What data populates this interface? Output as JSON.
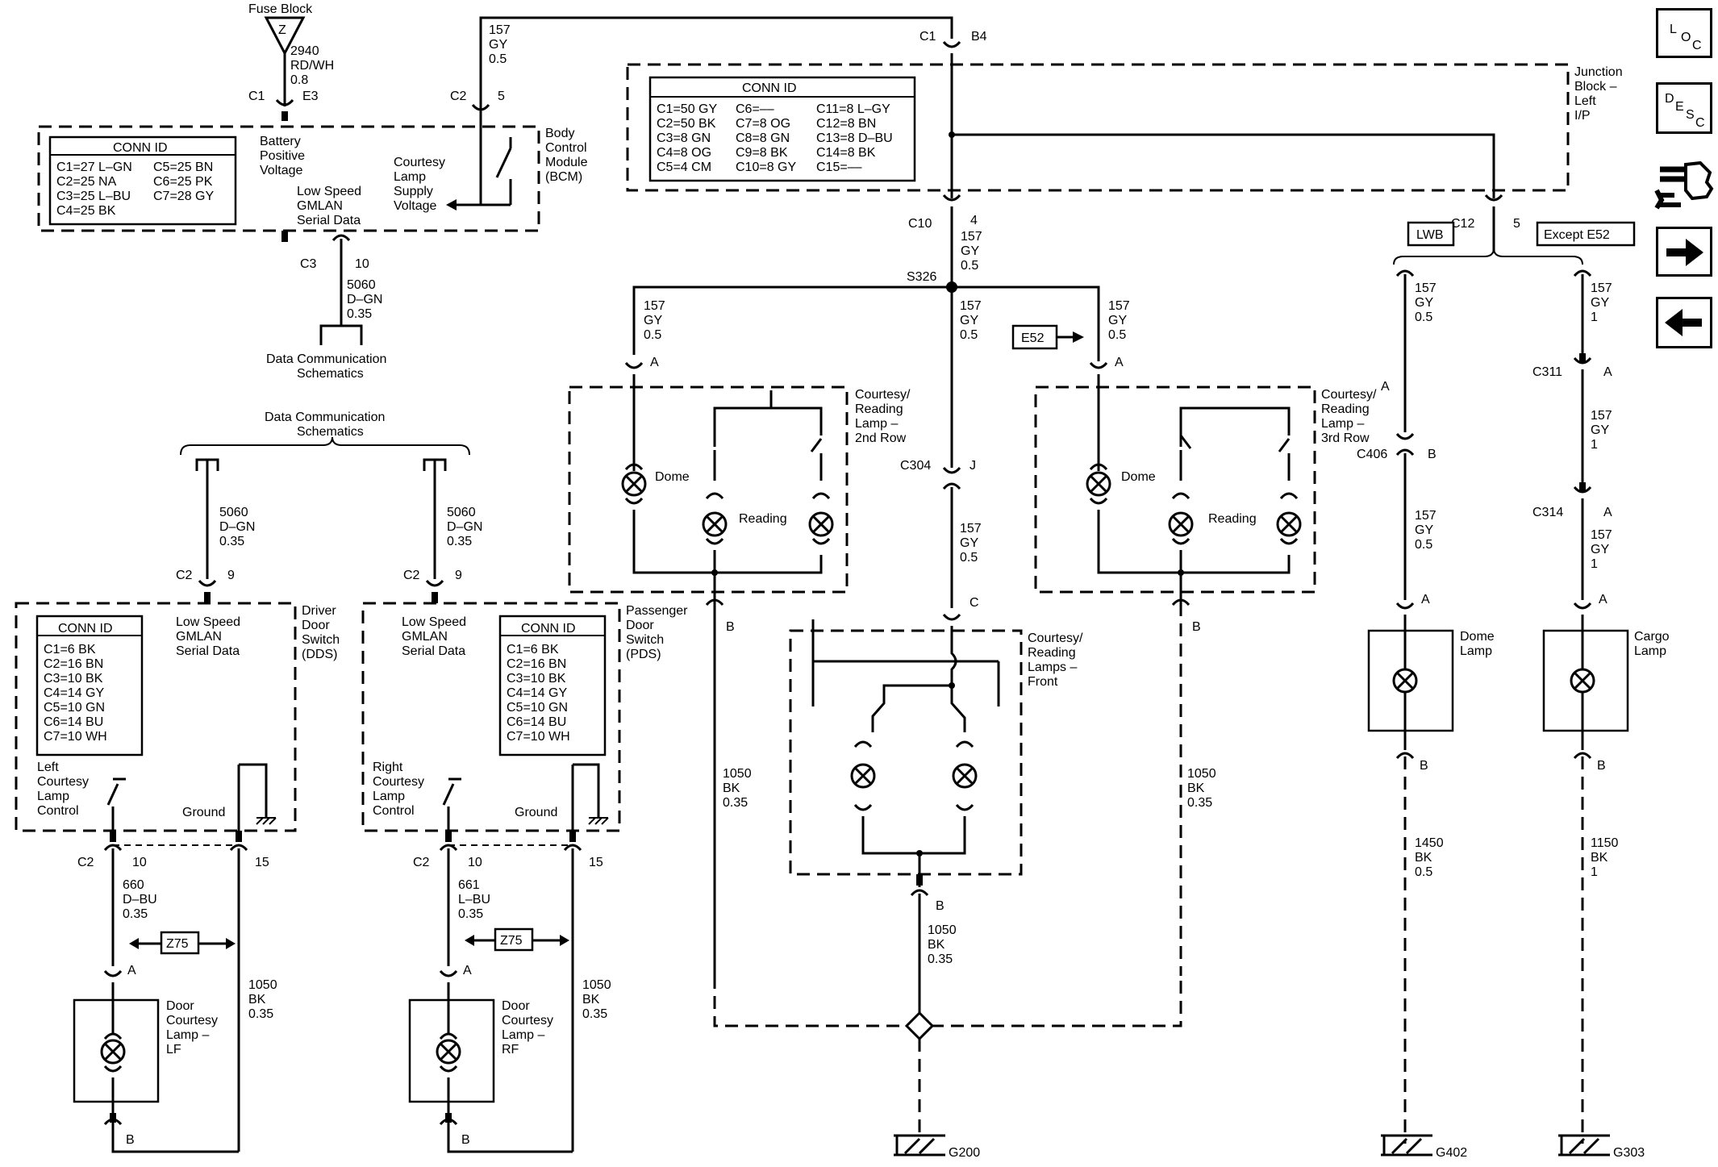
{
  "nav": {
    "loc": [
      "L",
      "O",
      "C"
    ],
    "desc": [
      "D",
      "E",
      "S",
      "C"
    ]
  },
  "labels": {
    "fuse_block": "Fuse Block",
    "fuse_letter": "Z",
    "fuse_circuit": [
      "2940",
      "RD/WH",
      "0.8"
    ],
    "bcm_c1": "C1",
    "bcm_e3": "E3",
    "bcm_c2": "C2",
    "bcm_5": "5",
    "bcm_batt": [
      "Battery",
      "Positive",
      "Voltage"
    ],
    "bcm_court": [
      "Courtesy",
      "Lamp",
      "Supply",
      "Voltage"
    ],
    "bcm_gmlan": [
      "Low Speed",
      "GMLAN",
      "Serial Data"
    ],
    "bcm_name": [
      "Body",
      "Control",
      "Module",
      "(BCM)"
    ],
    "bcm_c3": "C3",
    "bcm_10": "10",
    "bcm_out": [
      "5060",
      "D–GN",
      "0.35"
    ],
    "data_comm_1": [
      "Data Communication",
      "Schematics"
    ],
    "data_comm_2": [
      "Data Communication",
      "Schematics"
    ],
    "top_wire": [
      "157",
      "GY",
      "0.5"
    ],
    "jb_c1": "C1",
    "jb_b4": "B4",
    "jb_name": [
      "Junction",
      "Block –",
      "Left",
      "I/P"
    ],
    "jb_c10": "C10",
    "jb_c10_wire": [
      "4",
      "157",
      "GY",
      "0.5"
    ],
    "jb_c12": "C12",
    "jb_c12_pin": "5",
    "splice": "S326",
    "w2nd": [
      "157",
      "GY",
      "0.5"
    ],
    "wfront": [
      "157",
      "GY",
      "0.5"
    ],
    "w3rd": [
      "157",
      "GY",
      "0.5"
    ],
    "e52_tag": "E52",
    "pin_a_2nd": "A",
    "pin_a_3rd": "A",
    "lamp2": [
      "Courtesy/",
      "Reading",
      "Lamp –",
      "2nd Row"
    ],
    "lamp3": [
      "Courtesy/",
      "Reading",
      "Lamp –",
      "3rd Row"
    ],
    "dome2": "Dome",
    "reading2": "Reading",
    "dome3": "Dome",
    "reading3": "Reading",
    "c304": "C304",
    "c304_j": "J",
    "c304_wire": [
      "157",
      "GY",
      "0.5"
    ],
    "front_c": "C",
    "front_name": [
      "Courtesy/",
      "Reading",
      "Lamps –",
      "Front"
    ],
    "front_b": "B",
    "front_gnd": [
      "1050",
      "BK",
      "0.35"
    ],
    "b2nd": "B",
    "b3rd": "B",
    "gnd2nd": [
      "1050",
      "BK",
      "0.35"
    ],
    "gnd3rd": [
      "1050",
      "BK",
      "0.35"
    ],
    "g200": "G200",
    "lwb": "LWB",
    "except": "Except E52",
    "lwb_wire": [
      "157",
      "GY",
      "0.5"
    ],
    "lwb_a": "A",
    "c406": "C406",
    "c406_b": "B",
    "lwb_wire2": [
      "157",
      "GY",
      "0.5"
    ],
    "dome_a": "A",
    "dome_lamp": [
      "Dome",
      "Lamp"
    ],
    "dome_b": "B",
    "dome_gnd": [
      "1450",
      "BK",
      "0.5"
    ],
    "g402": "G402",
    "exc_wire": [
      "157",
      "GY",
      "1"
    ],
    "c311": "C311",
    "c311_a": "A",
    "exc_wire2": [
      "157",
      "GY",
      "1"
    ],
    "c314": "C314",
    "c314_a": "A",
    "exc_wire3": [
      "157",
      "GY",
      "1"
    ],
    "cargo_a": "A",
    "cargo_lamp": [
      "Cargo",
      "Lamp"
    ],
    "cargo_b": "B",
    "cargo_gnd": [
      "1150",
      "BK",
      "1"
    ],
    "g303": "G303",
    "dds_in": [
      "5060",
      "D–GN",
      "0.35"
    ],
    "pds_in": [
      "5060",
      "D–GN",
      "0.35"
    ],
    "dds_c2": "C2",
    "dds_9": "9",
    "pds_c2": "C2",
    "pds_9": "9",
    "dds_gmlan": [
      "Low Speed",
      "GMLAN",
      "Serial Data"
    ],
    "pds_gmlan": [
      "Low Speed",
      "GMLAN",
      "Serial Data"
    ],
    "dds_name": [
      "Driver",
      "Door",
      "Switch",
      "(DDS)"
    ],
    "pds_name": [
      "Passenger",
      "Door",
      "Switch",
      "(PDS)"
    ],
    "dds_ctl": [
      "Left",
      "Courtesy",
      "Lamp",
      "Control"
    ],
    "pds_ctl": [
      "Right",
      "Courtesy",
      "Lamp",
      "Control"
    ],
    "dds_ground": "Ground",
    "pds_ground": "Ground",
    "dds_c2b": "C2",
    "dds_10": "10",
    "dds_15": "15",
    "pds_c2b": "C2",
    "pds_10": "10",
    "pds_15": "15",
    "dds_wire": [
      "660",
      "D–BU",
      "0.35"
    ],
    "pds_wire": [
      "661",
      "L–BU",
      "0.35"
    ],
    "z75_l": "Z75",
    "z75_r": "Z75",
    "lf_a": "A",
    "rf_a": "A",
    "lf_b": "B",
    "rf_b": "B",
    "lf_lamp": [
      "Door",
      "Courtesy",
      "Lamp –",
      "LF"
    ],
    "rf_lamp": [
      "Door",
      "Courtesy",
      "Lamp –",
      "RF"
    ],
    "lf_gnd": [
      "1050",
      "BK",
      "0.35"
    ],
    "rf_gnd": [
      "1050",
      "BK",
      "0.35"
    ]
  },
  "conn_bcm": {
    "title": "CONN ID",
    "col1": [
      "C1=27 L–GN",
      "C2=25 NA",
      "C3=25 L–BU",
      "C4=25 BK"
    ],
    "col2": [
      "C5=25 BN",
      "C6=25 PK",
      "C7=28 GY"
    ]
  },
  "conn_jb": {
    "title": "CONN ID",
    "col1": [
      "C1=50 GY",
      "C2=50 BK",
      "C3=8 GN",
      "C4=8 OG",
      "C5=4 CM"
    ],
    "col2": [
      "C6=––",
      "C7=8 OG",
      "C8=8 GN",
      "C9=8 BK",
      "C10=8 GY"
    ],
    "col3": [
      "C11=8 L–GY",
      "C12=8 BN",
      "C13=8 D–BU",
      "C14=8 BK",
      "C15=––"
    ]
  },
  "conn_dds": {
    "title": "CONN ID",
    "rows": [
      "C1=6 BK",
      "C2=16 BN",
      "C3=10 BK",
      "C4=14 GY",
      "C5=10 GN",
      "C6=14 BU",
      "C7=10 WH"
    ]
  },
  "conn_pds": {
    "title": "CONN ID",
    "rows": [
      "C1=6 BK",
      "C2=16 BN",
      "C3=10 BK",
      "C4=14 GY",
      "C5=10 GN",
      "C6=14 BU",
      "C7=10 WH"
    ]
  }
}
